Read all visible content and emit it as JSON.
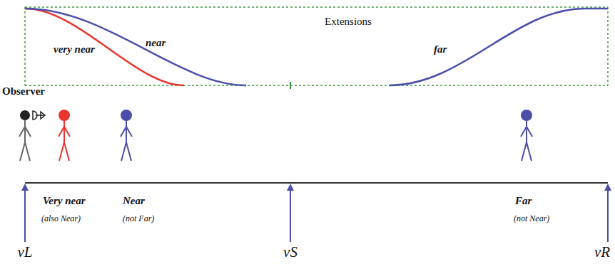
{
  "diagram": {
    "labels": [
      "Extensions",
      "very near",
      "near",
      "far",
      "Observer",
      "Very near",
      "(also Near)",
      "Near",
      "(not Far)",
      "Far",
      "(not Near)",
      "vL",
      "vS",
      "vR"
    ]
  }
}
